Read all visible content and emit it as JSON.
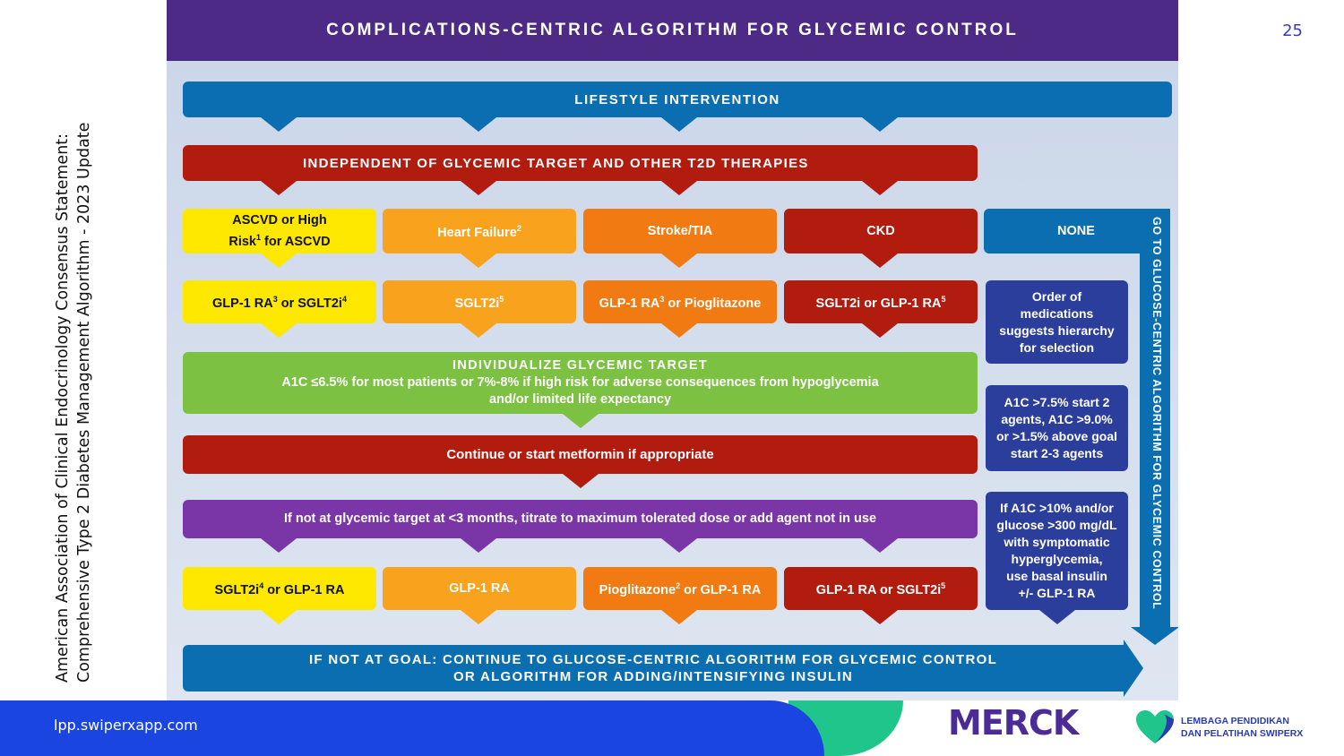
{
  "slide": {
    "page_number": "25",
    "side_caption": {
      "line1": "American Association of Clinical Endocrinology Consensus Statement:",
      "line2": "Comprehensive Type 2 Diabetes Management Algorithm - 2023 Update"
    },
    "footer_url": "lpp.swiperxapp.com",
    "logo_merck": "MERCK",
    "logo_lpp": {
      "line1": "LEMBAGA PENDIDIKAN",
      "line2": "DAN PELATIHAN SWIPERX"
    }
  },
  "figure": {
    "title": "COMPLICATIONS-CENTRIC ALGORITHM FOR GLYCEMIC CONTROL",
    "lifestyle": "LIFESTYLE INTERVENTION",
    "independent": "INDEPENDENT OF GLYCEMIC TARGET AND OTHER T2D THERAPIES",
    "conditions": [
      {
        "line1": "ASCVD or High",
        "line2a": "Risk",
        "sup": "1",
        "line2b": " for ASCVD"
      },
      {
        "label": "Heart Failure",
        "sup": "2"
      },
      {
        "label": "Stroke/TIA",
        "sup": ""
      },
      {
        "label": "CKD",
        "sup": ""
      },
      {
        "label": "NONE",
        "sup": ""
      }
    ],
    "first_therapy": [
      {
        "a": "GLP-1 RA",
        "sup1": "3",
        "b": " or SGLT2i",
        "sup2": "4"
      },
      {
        "a": "SGLT2i",
        "sup1": "5",
        "b": "",
        "sup2": ""
      },
      {
        "a": "GLP-1 RA",
        "sup1": "3",
        "b": " or Pioglitazone",
        "sup2": ""
      },
      {
        "a": "SGLT2i or GLP-1 RA",
        "sup1": "5",
        "b": "",
        "sup2": ""
      }
    ],
    "individualize": {
      "title": "INDIVIDUALIZE GLYCEMIC TARGET",
      "line1": "A1C ≤6.5% for most patients or 7%-8% if high risk for adverse consequences from hypoglycemia",
      "line2": "and/or limited life expectancy"
    },
    "metformin": "Continue or start metformin if appropriate",
    "titrate": "If not at glycemic target at <3 months, titrate to maximum tolerated dose or add agent not in use",
    "second_therapy": [
      {
        "a": "SGLT2i",
        "sup1": "4",
        "b": " or GLP-1 RA",
        "sup2": ""
      },
      {
        "a": "GLP-1 RA",
        "sup1": "",
        "b": "",
        "sup2": ""
      },
      {
        "a": "Pioglitazone",
        "sup1": "2",
        "b": " or GLP-1 RA",
        "sup2": ""
      },
      {
        "a": "GLP-1 RA or SGLT2i",
        "sup1": "5",
        "b": "",
        "sup2": ""
      }
    ],
    "right_notes": [
      [
        "Order of",
        "medications",
        "suggests hierarchy",
        "for selection"
      ],
      [
        "A1C >7.5% start 2",
        "agents, A1C >9.0%",
        "or >1.5% above goal",
        "start 2-3 agents"
      ],
      [
        "If A1C >10% and/or",
        "glucose >300 mg/dL",
        "with symptomatic",
        "hyperglycemia,",
        "use basal insulin",
        "+/- GLP-1 RA"
      ]
    ],
    "vertical_label": "GO TO GLUCOSE-CENTRIC ALGORITHM FOR GLYCEMIC CONTROL",
    "bottom": {
      "line1": "IF NOT AT GOAL: CONTINUE TO GLUCOSE-CENTRIC ALGORITHM FOR GLYCEMIC CONTROL",
      "line2": "OR ALGORITHM FOR ADDING/INTENSIFYING INSULIN"
    },
    "colors": {
      "header": "#4c2a86",
      "blue": "#0a6eb0",
      "red": "#b11c0f",
      "green": "#7cc142",
      "purple": "#7a36a6",
      "yellow": "#ffe800",
      "orange_light": "#f8a21e",
      "orange": "#f17b12",
      "navy": "#2c3e9c"
    }
  }
}
